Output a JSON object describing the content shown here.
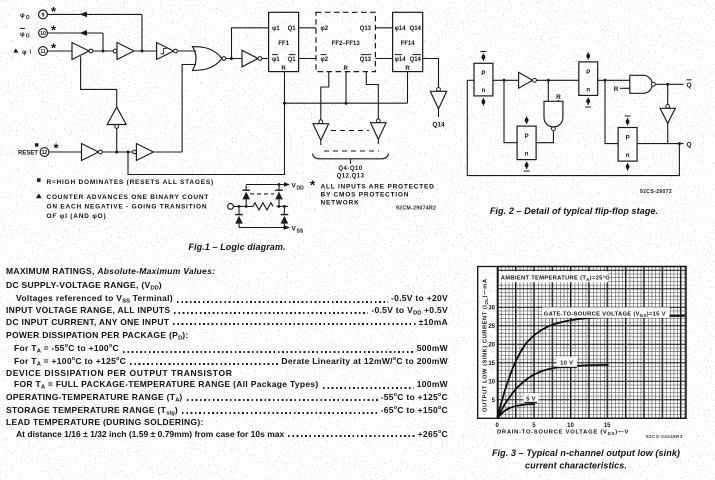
{
  "page": {
    "background": "#ffffff",
    "ink": "#1a1a1a"
  },
  "fig1": {
    "caption": "Fig.1 – Logic diagram.",
    "drawing_code": "92CM-29074R2",
    "pins": [
      {
        "number": "9",
        "label_main": "φ",
        "label_sub": "O",
        "overbar": false,
        "asterisk": "*"
      },
      {
        "number": "10",
        "label_main": "φ",
        "label_sub": "O",
        "overbar": true,
        "asterisk": "*"
      },
      {
        "number": "11",
        "label_main": "φ",
        "label_sub": "I",
        "overbar": false,
        "asterisk": "*"
      },
      {
        "number": "12",
        "label": "RESET",
        "asterisk": "*"
      }
    ],
    "ff1": {
      "in_top": "φ1",
      "out_top": "Q1",
      "name": "FF1",
      "in_bot": "φ1",
      "out_bot": "Q1",
      "reset": "R"
    },
    "ff2": {
      "in_top": "φ2",
      "out_top": "Q13",
      "name": "FF2–FF13",
      "in_bot": "φ2",
      "out_bot": "Q13",
      "reset": "R"
    },
    "ff14": {
      "in_top": "φ14",
      "out_top": "Q14",
      "name": "FF14",
      "in_bot": "φ14",
      "out_bot": "Q14",
      "reset": "R"
    },
    "q14_label": "Q14",
    "buffer_group_label1": "Q4-Q10",
    "buffer_group_label2": "Q12,Q13",
    "vdd_main": "V",
    "vdd_sub": "DD",
    "vss_main": "V",
    "vss_sub": "SS",
    "note_square": "R=HIGH DOMINATES (RESETS ALL STAGES)",
    "note_tri_1": "COUNTER ADVANCES ONE BINARY COUNT",
    "note_tri_2": "ON EACH NEGATIVE - GOING TRANSITION",
    "note_tri_3": "OF φI (AND φO)",
    "note_star_1": "ALL INPUTS ARE PROTECTED",
    "note_star_2": "BY CMOS PROTECTION",
    "note_star_3": "NETWORK",
    "asterisk": "*"
  },
  "fig2": {
    "caption": "Fig. 2 – Detail of typical flip-flop stage.",
    "drawing_code": "92CS-29072",
    "tg_p": "P",
    "tg_n": "n",
    "r_label": "R",
    "q_label": "Q",
    "qbar_label": "Q"
  },
  "ratings": {
    "title_bold": "MAXIMUM RATINGS, ",
    "title_italic": "Absolute-Maximum Values:",
    "lines": [
      {
        "label": "DC SUPPLY-VOLTAGE RANGE, (V~DD~)",
        "value": "",
        "dots": false,
        "indent": 0
      },
      {
        "label": "Voltages referenced to V~SS~ Terminal)",
        "value": "-0.5V to +20V",
        "dots": true,
        "indent": 1
      },
      {
        "label": "INPUT VOLTAGE RANGE, ALL INPUTS",
        "value": "-0.5V to V~DD~ +0.5V",
        "dots": true,
        "indent": 0
      },
      {
        "label": "DC INPUT CURRENT, ANY ONE INPUT",
        "value": "±10mA",
        "dots": true,
        "indent": 0
      },
      {
        "label": "POWER DISSIPATION PER PACKAGE (P~D~):",
        "value": "",
        "dots": false,
        "indent": 0
      },
      {
        "label": "For T~A~ = -55^o^C to +100^o^C",
        "value": "500mW",
        "dots": true,
        "indent": 1
      },
      {
        "label": "For T~A~ = +100^o^C to +125^o^C",
        "value": "Derate Linearity at 12mW/^o^C to 200mW",
        "dots": true,
        "indent": 1
      },
      {
        "label": "DEVICE DISSIPATION PER OUTPUT TRANSISTOR",
        "value": "",
        "dots": false,
        "indent": 0
      },
      {
        "label": "FOR T~A~ = FULL PACKAGE-TEMPERATURE RANGE (All Package Types)",
        "value": "100mW",
        "dots": true,
        "indent": 2
      },
      {
        "label": "OPERATING-TEMPERATURE RANGE (T~A~)",
        "value": "-55^o^C to +125^o^C",
        "dots": true,
        "indent": 0
      },
      {
        "label": "STORAGE TEMPERATURE RANGE (T~stg~)",
        "value": "-65^o^C to +150^o^C",
        "dots": true,
        "indent": 0
      },
      {
        "label": "LEAD TEMPERATURE (DURING SOLDERING):",
        "value": "",
        "dots": false,
        "indent": 0
      },
      {
        "label": "At distance 1/16 ± 1/32 inch (1.59 ± 0.79mm) from case for 10s max",
        "value": "+265^o^C",
        "dots": true,
        "indent": 1
      }
    ]
  },
  "fig3": {
    "caption_line1": "Fig. 3 – Typical n-channel output low (sink)",
    "caption_line2": "current characteristics.",
    "drawing_code": "92CS-24248R3",
    "title_pre": "AMBIENT TEMPERATURE (T",
    "title_sub": "A",
    "title_post": ")=25°C",
    "ytitle_pre": "OUTPUT LOW (SINK) CURRENT (I",
    "ytitle_sub": "OL",
    "ytitle_post": ")—mA",
    "xtitle_pre": "DRAIN-TO-SOURCE VOLTAGE (V",
    "xtitle_sub": "DS",
    "xtitle_post": ")—V",
    "label15_pre": "GATE-TO-SOURCE VOLTAGE (V",
    "label15_sub": "GS",
    "label15_post": ")=15 V",
    "label10": "10 V",
    "label5": "5 V",
    "x_tick_labels": [
      "0",
      "5",
      "10",
      "15"
    ],
    "y_tick_labels": [
      "5",
      "10",
      "15",
      "20",
      "25",
      "30"
    ]
  },
  "chart_data": {
    "type": "line",
    "title": "AMBIENT TEMPERATURE (TA)=25°C",
    "xlabel": "DRAIN-TO-SOURCE VOLTAGE (VDS)—V",
    "ylabel": "OUTPUT LOW (SINK) CURRENT (IOL)—mA",
    "xlim": [
      0,
      25.8
    ],
    "ylim": [
      0,
      41
    ],
    "x_ticks": [
      0,
      5,
      10,
      15
    ],
    "y_ticks": [
      0,
      5,
      10,
      15,
      20,
      25,
      30
    ],
    "grid": "fine 0.5 V by 1 mA mesh, major every 2.5 V / 5 mA",
    "legend_position": "labels on curves",
    "series": [
      {
        "name": "GATE-TO-SOURCE VOLTAGE (VGS)=15 V",
        "points": [
          [
            0,
            0
          ],
          [
            0.5,
            3.8
          ],
          [
            1,
            7.2
          ],
          [
            1.5,
            10.2
          ],
          [
            2,
            13
          ],
          [
            2.5,
            15.3
          ],
          [
            3,
            17.3
          ],
          [
            3.5,
            19
          ],
          [
            4,
            20.4
          ],
          [
            5,
            22.4
          ],
          [
            6,
            23.8
          ],
          [
            7,
            24.9
          ],
          [
            8,
            25.6
          ],
          [
            9,
            26.1
          ],
          [
            10,
            26.5
          ],
          [
            11,
            26.8
          ],
          [
            12,
            27
          ],
          [
            13,
            27.2
          ],
          [
            14,
            27.3
          ],
          [
            15,
            27.4
          ],
          [
            17,
            27.5
          ],
          [
            20,
            27.6
          ],
          [
            23,
            27.65
          ],
          [
            25.6,
            27.7
          ]
        ]
      },
      {
        "name": "10 V",
        "points": [
          [
            0,
            0
          ],
          [
            0.5,
            1.9
          ],
          [
            1,
            3.7
          ],
          [
            1.5,
            5.2
          ],
          [
            2,
            6.6
          ],
          [
            2.5,
            7.8
          ],
          [
            3,
            8.8
          ],
          [
            3.5,
            9.7
          ],
          [
            4,
            10.5
          ],
          [
            4.5,
            11.2
          ],
          [
            5,
            11.8
          ],
          [
            6,
            12.7
          ],
          [
            7,
            13.3
          ],
          [
            8,
            13.7
          ],
          [
            9,
            13.95
          ],
          [
            10,
            14.1
          ],
          [
            11,
            14.2
          ],
          [
            12,
            14.3
          ],
          [
            13,
            14.35
          ],
          [
            14,
            14.4
          ],
          [
            15.2,
            14.45
          ]
        ]
      },
      {
        "name": "5 V",
        "points": [
          [
            0,
            0
          ],
          [
            0.5,
            1.1
          ],
          [
            1,
            2
          ],
          [
            1.5,
            2.6
          ],
          [
            2,
            3
          ],
          [
            2.5,
            3.3
          ],
          [
            3,
            3.5
          ],
          [
            3.5,
            3.65
          ],
          [
            4,
            3.75
          ],
          [
            4.5,
            3.82
          ],
          [
            5.1,
            3.87
          ]
        ]
      }
    ]
  }
}
